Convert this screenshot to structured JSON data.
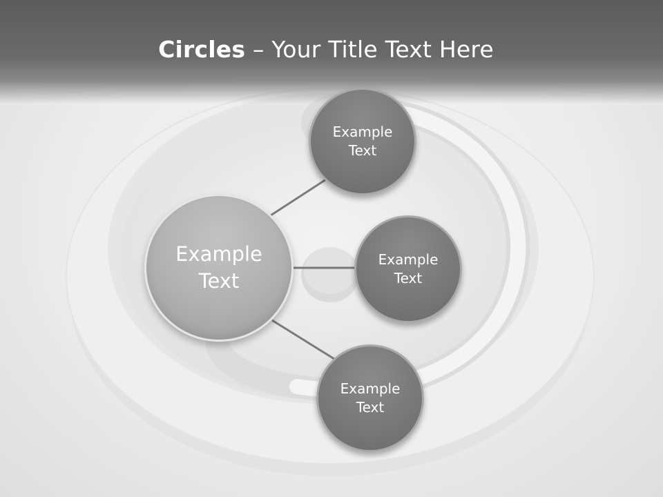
{
  "title": {
    "bold": "Circles",
    "rest": " – Your Title Text Here"
  },
  "diagram": {
    "center": {
      "label_line1": "Example",
      "label_line2": "Text"
    },
    "nodes": [
      {
        "label_line1": "Example",
        "label_line2": "Text"
      },
      {
        "label_line1": "Example",
        "label_line2": "Text"
      },
      {
        "label_line1": "Example",
        "label_line2": "Text"
      }
    ]
  },
  "colors": {
    "title_band": "#5c5c5c",
    "center_node": "#b0b0b0",
    "small_node": "#777777",
    "connector": "#7a7a7a"
  }
}
